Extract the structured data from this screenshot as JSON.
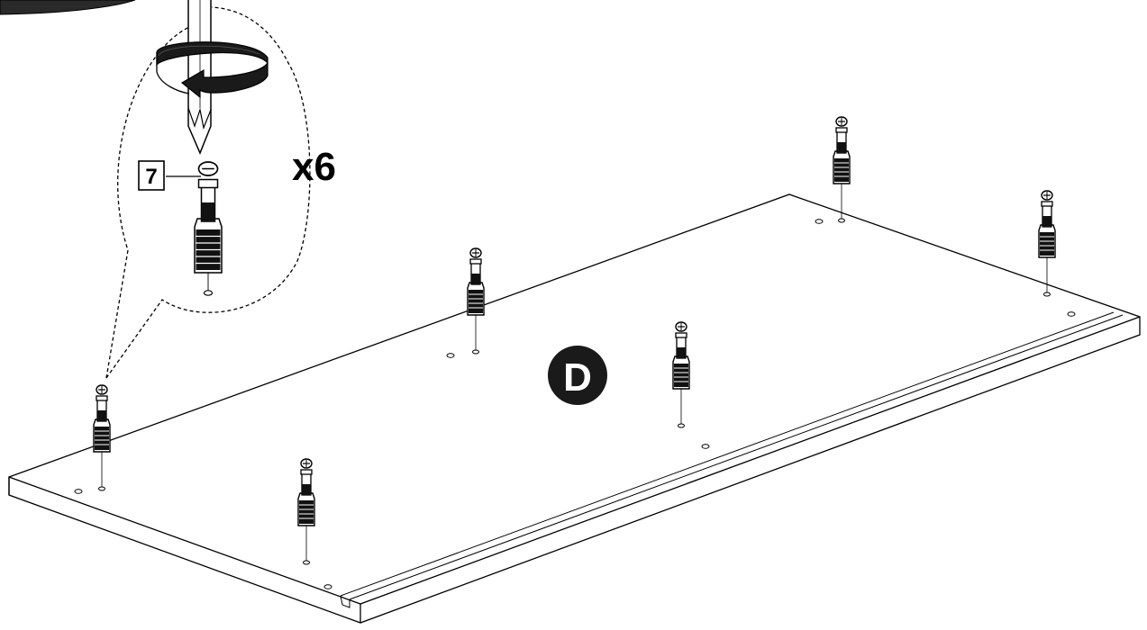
{
  "diagram": {
    "part_label": "7",
    "quantity_label": "x6",
    "panel_label": "D"
  },
  "colors": {
    "line": "#000000",
    "fill": "#ffffff",
    "badge": "#1a1a1a",
    "badge_text": "#ffffff"
  },
  "icons": {
    "rotation": "clockwise-rotation-arrow-icon",
    "tool": "phillips-screwdriver-icon",
    "fastener": "cam-dowel-icon"
  }
}
